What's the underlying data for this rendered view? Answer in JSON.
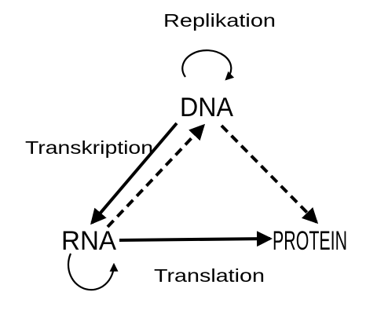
{
  "nodes": {
    "dna": "DNA",
    "rna": "RNA",
    "protein": "PROTEIN"
  },
  "processes": {
    "replication": "Replikation",
    "transcription": "Transkription",
    "translation": "Translation"
  },
  "colors": {
    "ink": "#000000",
    "background": "#ffffff"
  }
}
